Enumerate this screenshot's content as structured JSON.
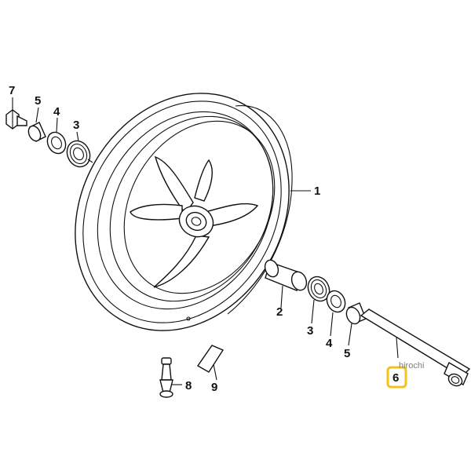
{
  "callouts": {
    "c1": "1",
    "c2": "2",
    "c3a": "3",
    "c3b": "3",
    "c4a": "4",
    "c4b": "4",
    "c5a": "5",
    "c5b": "5",
    "c6": "6",
    "c7": "7",
    "c8": "8",
    "c9": "9"
  },
  "watermark": "hirochi",
  "colors": {
    "line": "#111111",
    "highlight": "#f2c418",
    "watermark": "#7d7d7d"
  }
}
